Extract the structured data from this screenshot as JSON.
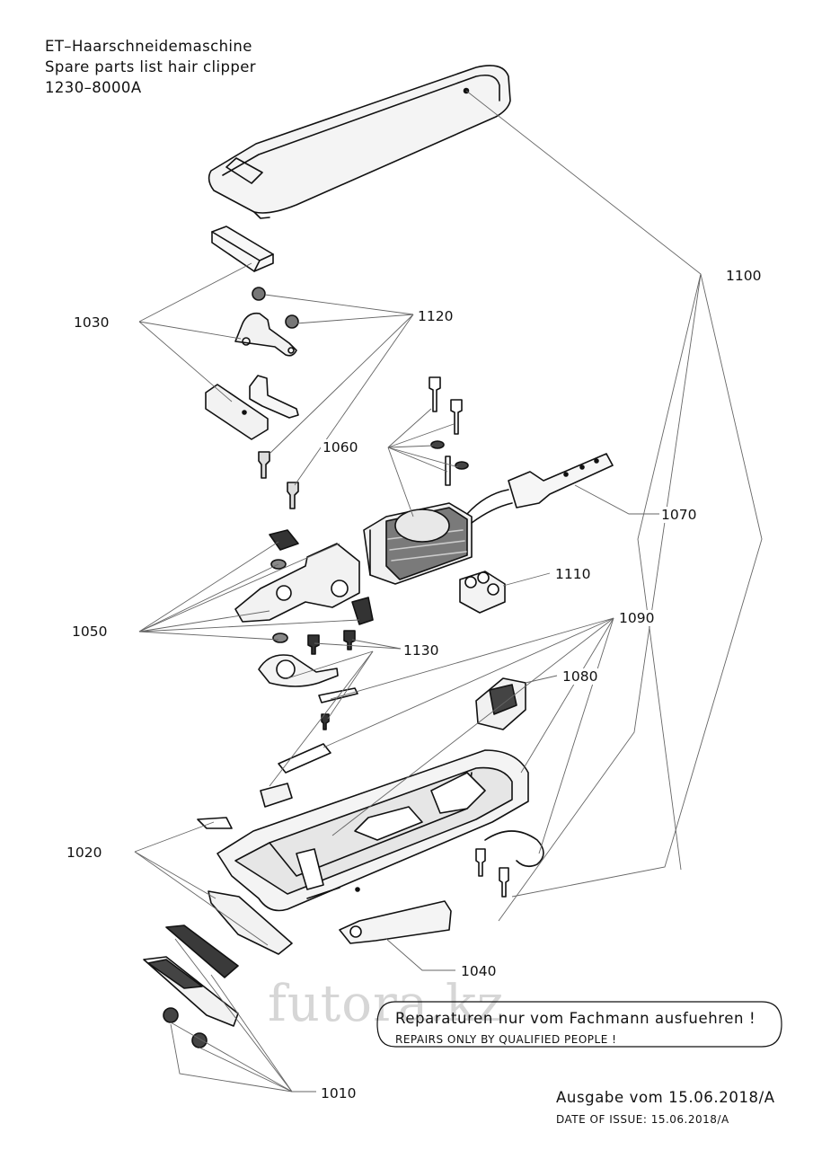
{
  "header": {
    "line1": "ET–Haarschneidemaschine",
    "line2": "Spare parts list hair clipper",
    "line3": "1230–8000A"
  },
  "part_numbers": {
    "p1010": "1010",
    "p1020": "1020",
    "p1030": "1030",
    "p1040": "1040",
    "p1050": "1050",
    "p1060": "1060",
    "p1070": "1070",
    "p1080": "1080",
    "p1090": "1090",
    "p1100": "1100",
    "p1110": "1110",
    "p1120": "1120",
    "p1130": "1130"
  },
  "notice": {
    "de": "Reparaturen nur vom Fachmann ausfuehren !",
    "en": "REPAIRS ONLY BY QUALIFIED PEOPLE !"
  },
  "issue": {
    "de": "Ausgabe vom 15.06.2018/A",
    "en": "DATE OF ISSUE: 15.06.2018/A"
  },
  "watermark": "futora.kz",
  "colors": {
    "line": "#111111",
    "leader": "#555555",
    "shade": "#3a3a3a",
    "watermark": "#c9c9c9"
  }
}
